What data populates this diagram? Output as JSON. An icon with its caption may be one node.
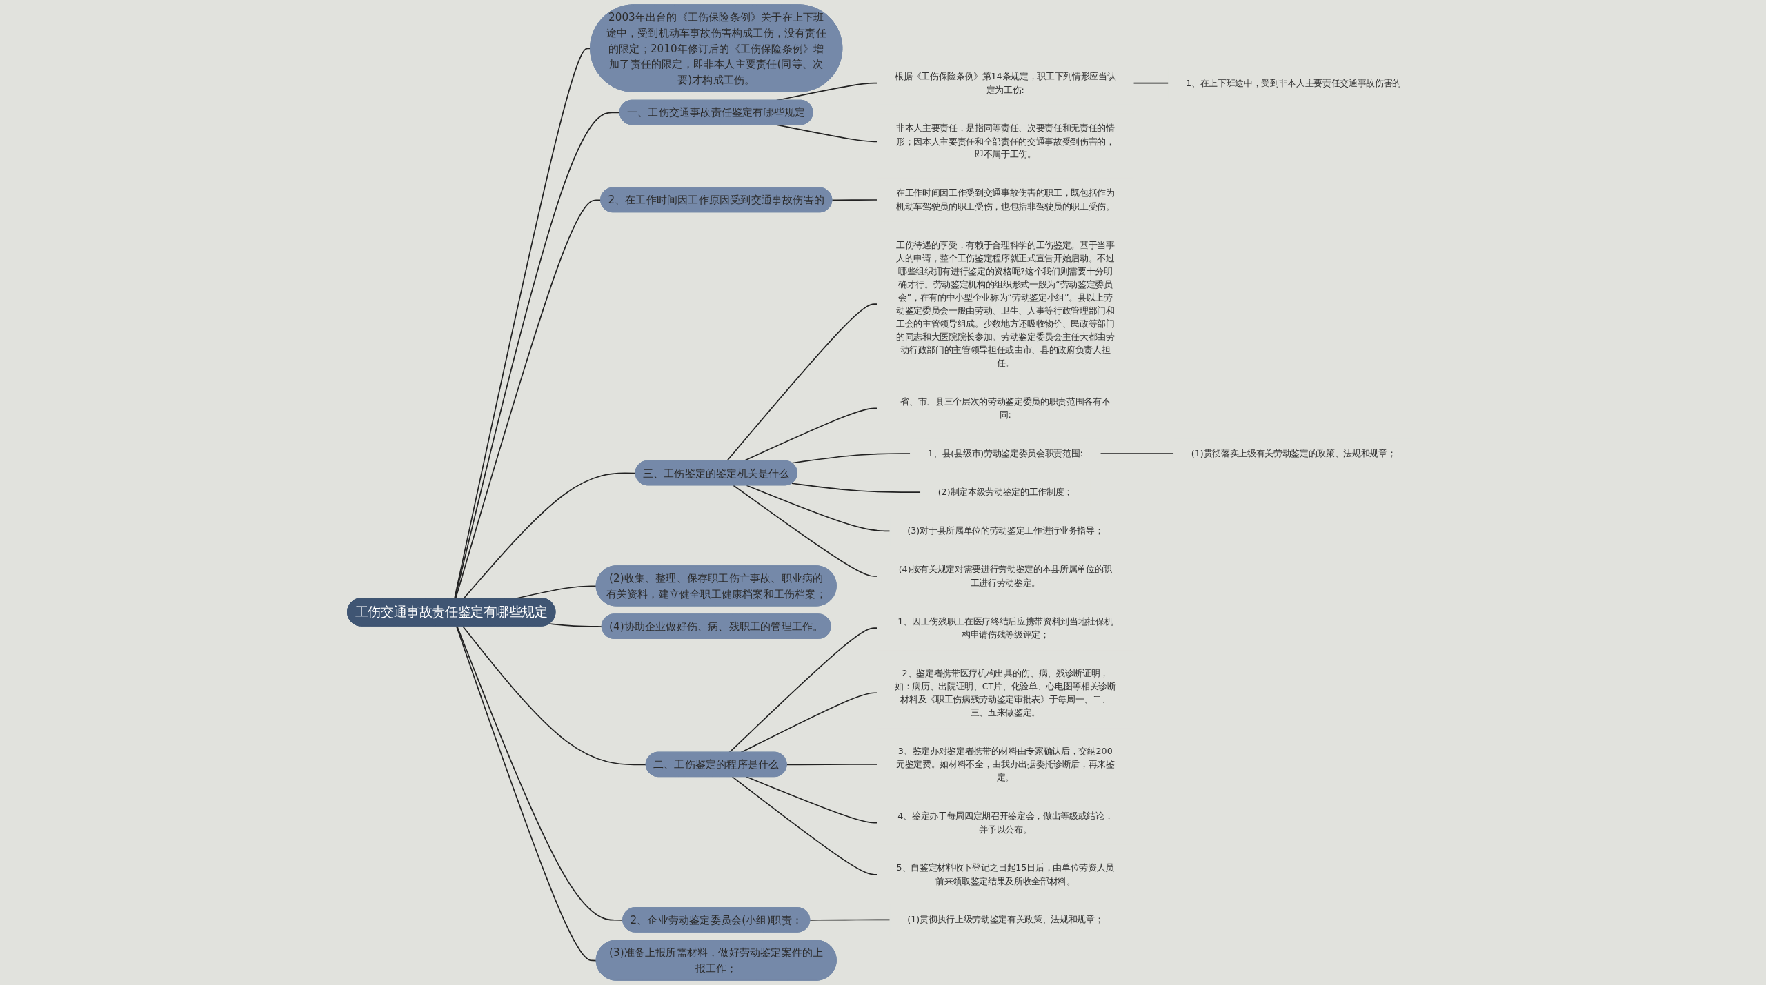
{
  "diagram": {
    "nodes": [
      {
        "text": [
          "工伤交通事故责任鉴定有哪些规定"
        ]
      },
      {
        "text": [
          "一、工伤交通事故责任鉴定有哪些规定"
        ]
      },
      {
        "text": [
          "根据《工伤保险条例》第14条规定，职工下列情形应当认定为工伤:"
        ]
      },
      {
        "text": [
          "1、在上下班途中，受到非本人主要责任交通事故伤害的"
        ]
      },
      {
        "text": [
          "非本人主要责任，是指同等责任、次要责任和无责任的情形；因本人主要责任和全部责任的交通事故受到伤害的，即不属于工伤。"
        ]
      },
      {
        "text": [
          "2、在工作时间因工作原因受到交通事故伤害的"
        ]
      },
      {
        "text": [
          "在工作时间因工作受到交通事故伤害的职工，既包括作为机动车驾驶员的职工受伤，也包括非驾驶员的职工受伤。"
        ]
      },
      {
        "text": [
          "三、工伤鉴定的鉴定机关是什么"
        ]
      },
      {
        "text": [
          "工伤待遇的享受，有赖于合理科学的工伤鉴定。基于当事人的申请，整个工伤鉴定程序就正式宣告开始启动。不过哪些组织拥有进行鉴定的资格呢?这个我们则需要十分明确才行。劳动鉴定机构的组织形式一般为“劳动鉴定委员会”，在有的中小型企业称为“劳动鉴定小组”。县以上劳动鉴定委员会一般由劳动、卫生、人事等行政管理部门和工会的主管领导组成。少数地方还吸收物价、民政等部门的同志和大医院院长参加。劳动鉴定委员会主任大都由劳动行政部门的主管领导担任或由市、县的政府负责人担任。"
        ]
      },
      {
        "text": [
          "省、市、县三个层次的劳动鉴定委员的职责范围各有不同:"
        ]
      },
      {
        "text": [
          "1、县(县级市)劳动鉴定委员会职责范围:"
        ]
      },
      {
        "text": [
          "(1)贯彻落实上级有关劳动鉴定的政策、法规和规章；"
        ]
      },
      {
        "text": [
          "(2)制定本级劳动鉴定的工作制度；"
        ]
      },
      {
        "text": [
          "(3)对于县所属单位的劳动鉴定工作进行业务指导；"
        ]
      },
      {
        "text": [
          "(4)按有关规定对需要进行劳动鉴定的本县所属单位的职工进行劳动鉴定。"
        ]
      },
      {
        "text": [
          "(2)收集、整理、保存职工伤亡事故、职业病的有关资料，建立健全职工健康档案和工伤档案；"
        ]
      },
      {
        "text": [
          "(4)协助企业做好伤、病、残职工的管理工作。"
        ]
      },
      {
        "text": [
          "2003年出台的《工伤保险条例》关于在上下班途中，受到机动车事故伤害构成工伤，没有责任的限定；2010年修订后的《工伤保险条例》增加了责任的限定，即非本人主要责任(同等、次要)才构成工伤。"
        ]
      },
      {
        "text": [
          "二、工伤鉴定的程序是什么"
        ]
      },
      {
        "text": [
          "1、因工伤残职工在医疗终结后应携带资料到当地社保机构申请伤残等级评定；"
        ]
      },
      {
        "text": [
          "2、鉴定者携带医疗机构出具的伤、病、残诊断证明，如：病历、出院证明、CT片、化验单、心电图等相关诊断材料及《职工伤病残劳动鉴定审批表》于每周一、二、三、五来做鉴定。"
        ]
      },
      {
        "text": [
          "3、鉴定办对鉴定者携带的材料由专家确认后，交纳200元鉴定费。如材料不全，由我办出据委托诊断后，再来鉴定。"
        ]
      },
      {
        "text": [
          "4、鉴定办于每周四定期召开鉴定会，做出等级或结论，并予以公布。"
        ]
      },
      {
        "text": [
          "5、自鉴定材料收下登记之日起15日后，由单位劳资人员前来领取鉴定结果及所收全部材料。"
        ]
      },
      {
        "text": [
          "2、企业劳动鉴定委员会(小组)职责："
        ]
      },
      {
        "text": [
          "(1)贯彻执行上级劳动鉴定有关政策、法规和规章；"
        ]
      },
      {
        "text": [
          "(3)准备上报所需材料，做好劳动鉴定案件的上报工作；"
        ]
      }
    ],
    "edges": [
      {
        "from": 0,
        "to": 1,
        "arrow": "none"
      },
      {
        "from": 1,
        "to": 2,
        "arrow": "none"
      },
      {
        "from": 2,
        "to": 3,
        "arrow": "none"
      },
      {
        "from": 1,
        "to": 4,
        "arrow": "none"
      },
      {
        "from": 0,
        "to": 5,
        "arrow": "none"
      },
      {
        "from": 5,
        "to": 6,
        "arrow": "none"
      },
      {
        "from": 0,
        "to": 7,
        "arrow": "none"
      },
      {
        "from": 7,
        "to": 8,
        "arrow": "none"
      },
      {
        "from": 7,
        "to": 9,
        "arrow": "none"
      },
      {
        "from": 7,
        "to": 10,
        "arrow": "none"
      },
      {
        "from": 10,
        "to": 11,
        "arrow": "none"
      },
      {
        "from": 7,
        "to": 12,
        "arrow": "none"
      },
      {
        "from": 7,
        "to": 13,
        "arrow": "none"
      },
      {
        "from": 7,
        "to": 14,
        "arrow": "none"
      },
      {
        "from": 0,
        "to": 15,
        "arrow": "none"
      },
      {
        "from": 0,
        "to": 16,
        "arrow": "none"
      },
      {
        "from": 0,
        "to": 17,
        "arrow": "none"
      },
      {
        "from": 0,
        "to": 18,
        "arrow": "none"
      },
      {
        "from": 18,
        "to": 19,
        "arrow": "none"
      },
      {
        "from": 18,
        "to": 20,
        "arrow": "none"
      },
      {
        "from": 18,
        "to": 21,
        "arrow": "none"
      },
      {
        "from": 18,
        "to": 22,
        "arrow": "none"
      },
      {
        "from": 18,
        "to": 23,
        "arrow": "none"
      },
      {
        "from": 0,
        "to": 24,
        "arrow": "none"
      },
      {
        "from": 24,
        "to": 25,
        "arrow": "none"
      },
      {
        "from": 0,
        "to": 26,
        "arrow": "none"
      }
    ]
  }
}
